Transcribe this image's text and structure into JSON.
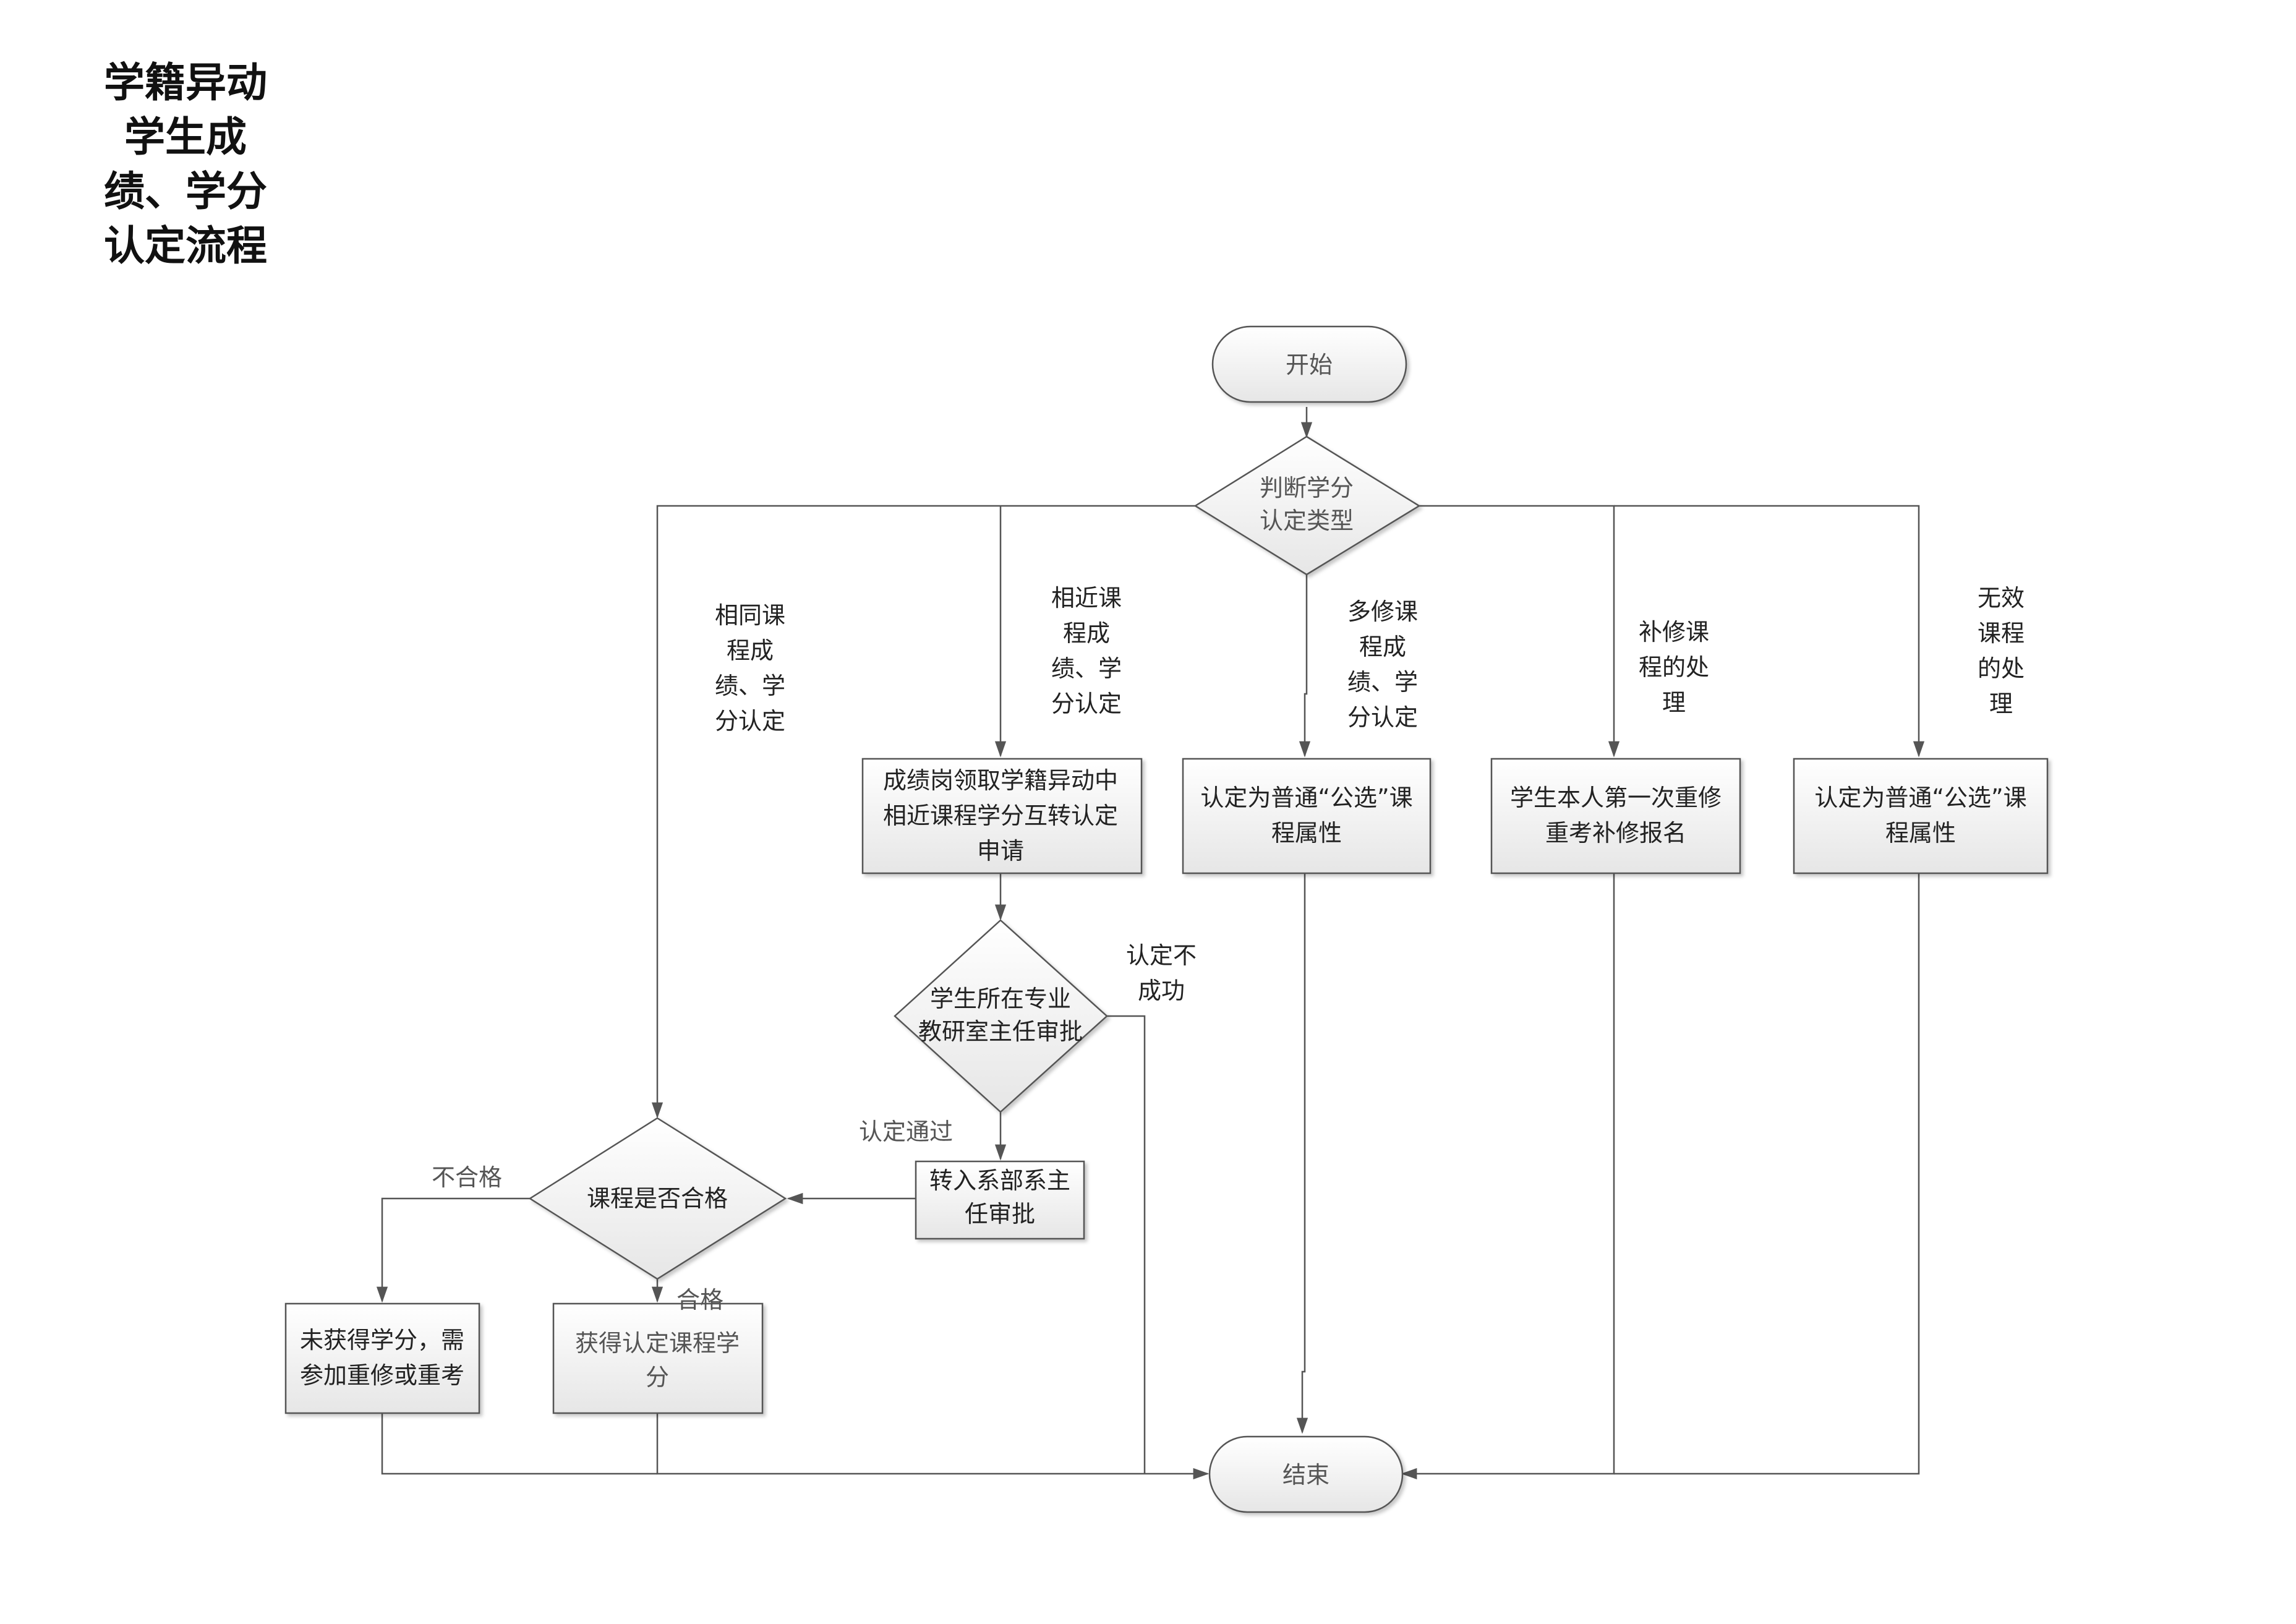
{
  "title": [
    "学籍异动",
    "学生成",
    "绩、学分",
    "认定流程"
  ],
  "nodes": {
    "start": "开始",
    "judge": [
      "判断学分",
      "认定类型"
    ],
    "apply": [
      "成绩岗领取学籍异动中",
      "相近课程学分互转认定",
      "申请"
    ],
    "elective1": [
      "认定为普通“公选”课",
      "程属性"
    ],
    "retake": [
      "学生本人第一次重修",
      "重考补修报名"
    ],
    "elective2": [
      "认定为普通“公选”课",
      "程属性"
    ],
    "director": [
      "学生所在专业",
      "教研室主任审批"
    ],
    "dept": [
      "转入系部系主",
      "任审批"
    ],
    "qualified": "课程是否合格",
    "fail_result": [
      "未获得学分，需",
      "参加重修或重考"
    ],
    "pass_result": [
      "获得认定课程学",
      "分"
    ],
    "end": "结束"
  },
  "edge_labels": {
    "same": [
      "相同课",
      "程成",
      "绩、学",
      "分认定"
    ],
    "similar": [
      "相近课",
      "程成",
      "绩、学",
      "分认定"
    ],
    "multi": [
      "多修课",
      "程成",
      "绩、学",
      "分认定"
    ],
    "retake": [
      "补修课",
      "程的处",
      "理"
    ],
    "invalid": [
      "无效",
      "课程",
      "的处",
      "理"
    ],
    "not_success": [
      "认定不",
      "成功"
    ],
    "approved": "认定通过",
    "not_qualified": "不合格",
    "qualified": "合格"
  },
  "colors": {
    "stroke": "#555555",
    "fill_top": "#ffffff",
    "fill_bottom": "#e6e6e6",
    "text": "#222222"
  }
}
